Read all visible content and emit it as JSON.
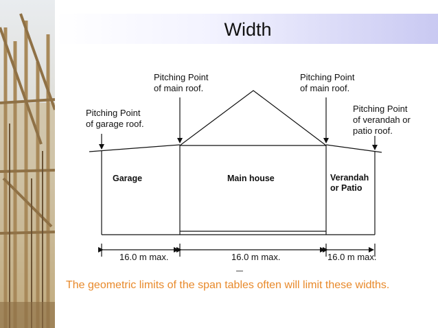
{
  "slide": {
    "title": "Width",
    "caption": "The geometric limits of the span tables often will limit these widths."
  },
  "diagram": {
    "pitch_main_left": "Pitching Point\nof main roof.",
    "pitch_main_right": "Pitching Point\nof main roof.",
    "pitch_garage": "Pitching Point\nof garage roof.",
    "pitch_verandah": "Pitching Point\nof verandah or\npatio roof.",
    "room_garage": "Garage",
    "room_main": "Main house",
    "room_verandah": "Verandah\nor Patio",
    "dim_garage": "16.0 m max.",
    "dim_main": "16.0 m max.",
    "dim_verandah": "16.0 m max."
  },
  "colors": {
    "caption": "#e8892a",
    "title_band_end": "#c9c9f2",
    "line": "#111111"
  }
}
